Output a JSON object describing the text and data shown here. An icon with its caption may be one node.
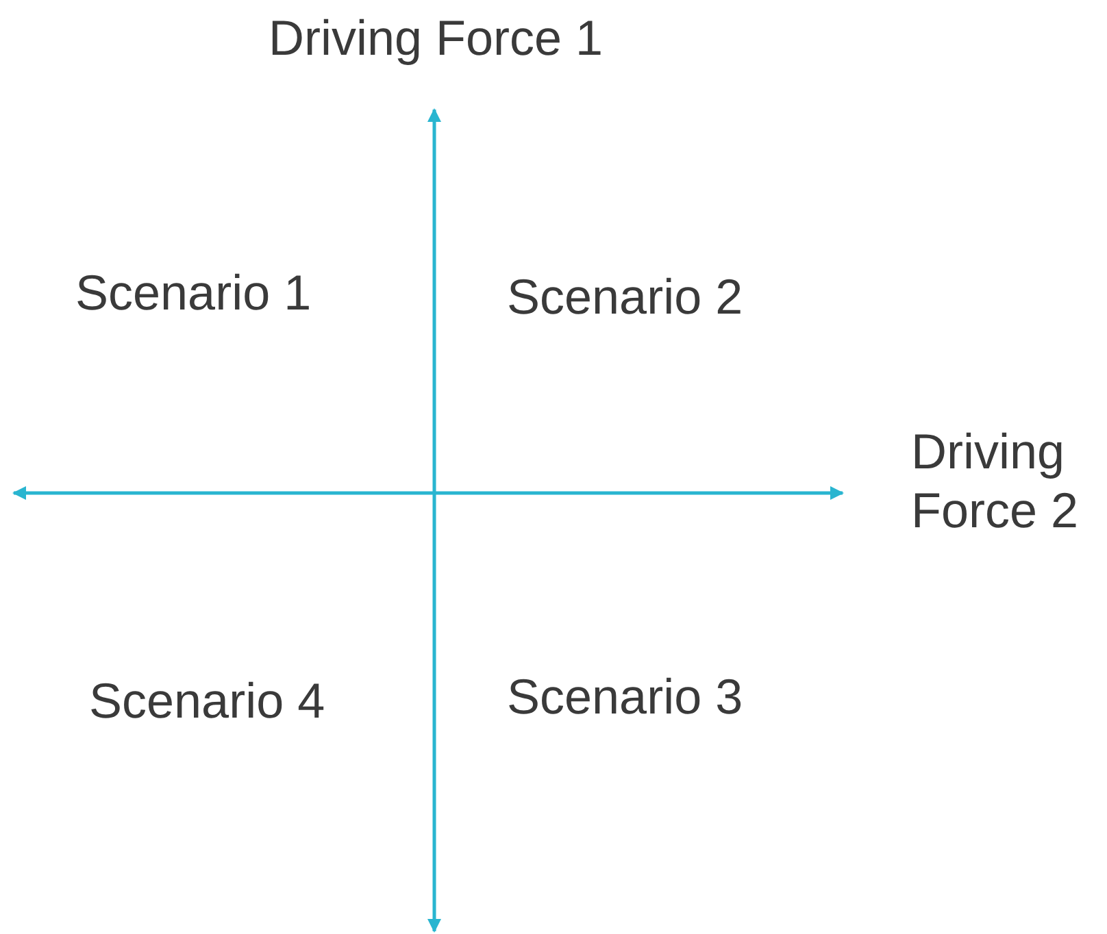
{
  "diagram": {
    "labels": [
      "Driving Force 1",
      "Scenario 1",
      "Scenario 2",
      "Driving Force 2",
      "Scenario 4",
      "Scenario 3"
    ]
  }
}
